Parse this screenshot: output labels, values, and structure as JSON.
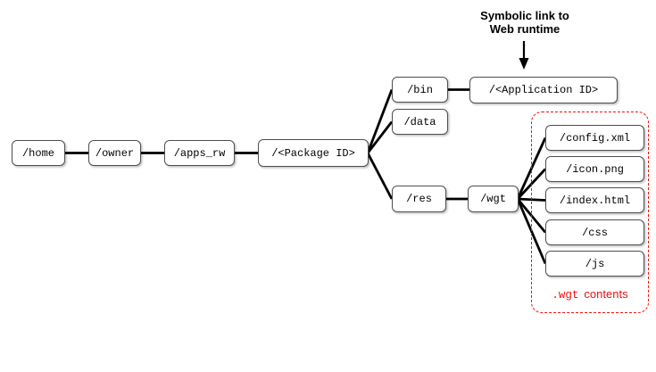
{
  "annotation": {
    "line1": "Symbolic link to",
    "line2": "Web runtime"
  },
  "nodes": {
    "home": {
      "label": "/home"
    },
    "owner": {
      "label": "/owner"
    },
    "apps_rw": {
      "label": "/apps_rw"
    },
    "package_id": {
      "label": "/<Package ID>"
    },
    "bin": {
      "label": "/bin"
    },
    "data": {
      "label": "/data"
    },
    "res": {
      "label": "/res"
    },
    "application_id": {
      "label": "/<Application ID>"
    },
    "wgt": {
      "label": "/wgt"
    },
    "config_xml": {
      "label": "/config.xml"
    },
    "icon_png": {
      "label": "/icon.png"
    },
    "index_html": {
      "label": "/index.html"
    },
    "css": {
      "label": "/css"
    },
    "js": {
      "label": "/js"
    }
  },
  "wgt_contents_label": {
    "mono": ".wgt",
    "text": "contents"
  },
  "colors": {
    "line": "#000000",
    "box_border": "#4f4f4f",
    "red": "#ee1111",
    "background": "#ffffff"
  }
}
